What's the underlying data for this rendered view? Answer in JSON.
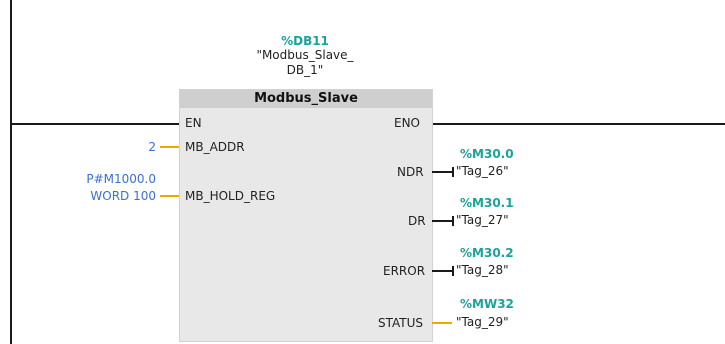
{
  "instance_db": {
    "address": "%DB11",
    "name_line1": "\"Modbus_Slave_",
    "name_line2": "DB_1\""
  },
  "block": {
    "title": "Modbus_Slave",
    "inputs": {
      "en": "EN",
      "mb_addr": "MB_ADDR",
      "mb_hold_reg": "MB_HOLD_REG"
    },
    "outputs": {
      "eno": "ENO",
      "ndr": "NDR",
      "dr": "DR",
      "error": "ERROR",
      "status": "STATUS"
    }
  },
  "input_values": {
    "mb_addr": "2",
    "mb_hold_reg_line1": "P#M1000.0",
    "mb_hold_reg_line2": "WORD 100"
  },
  "output_tags": {
    "ndr": {
      "address": "%M30.0",
      "tag": "\"Tag_26\""
    },
    "dr": {
      "address": "%M30.1",
      "tag": "\"Tag_27\""
    },
    "error": {
      "address": "%M30.2",
      "tag": "\"Tag_28\""
    },
    "status": {
      "address": "%MW32",
      "tag": "\"Tag_29\""
    }
  },
  "colors": {
    "address_teal": "#1aa39a",
    "literal_blue": "#3b6fd6",
    "param_wire": "#f0a800",
    "block_fill": "#e8e8e8",
    "block_header": "#cfcfcf"
  }
}
